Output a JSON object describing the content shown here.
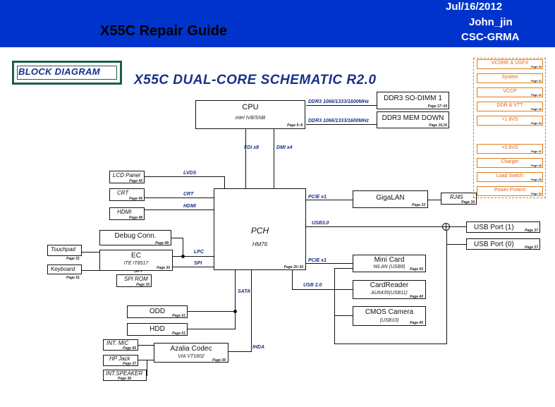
{
  "banner": {
    "title": "X55C Repair Guide",
    "date": "Jul/16/2012",
    "author": "John_jin",
    "org": "CSC-GRMA"
  },
  "badge": "BLOCK DIAGRAM",
  "title": "X55C  DUAL-CORE SCHEMATIC R2.0",
  "cpu": {
    "title": "CPU",
    "sub": "intel IVB/SNB",
    "page": "Page 5~8"
  },
  "pch": {
    "title": "PCH",
    "sub": "HM76",
    "page": "Page 20~30"
  },
  "ddr1": {
    "title": "DDR3 SO-DIMM 1",
    "page": "Page 17~18"
  },
  "ddr2": {
    "title": "DDR3 MEM DOWN",
    "page": "Page 16,16"
  },
  "lcd": {
    "title": "LCD Panel",
    "page": "Page 45"
  },
  "crt": {
    "title": "CRT",
    "page": "Page 46"
  },
  "hdmi": {
    "title": "HDMI",
    "page": "Page 48"
  },
  "debug": {
    "title": "Debug Conn.",
    "page": "Page 48"
  },
  "ec": {
    "title": "EC",
    "sub": "ITE IT8517",
    "page": "Page 30"
  },
  "touchpad": {
    "title": "Touchpad",
    "page": "Page 51"
  },
  "keyboard": {
    "title": "Keyboard",
    "page": "Page 51"
  },
  "spirom": {
    "title": "SPI ROM",
    "page": "Page 35"
  },
  "odd": {
    "title": "ODD",
    "page": "Page 51"
  },
  "hdd": {
    "title": "HDD",
    "page": "Page 51"
  },
  "intmic": {
    "title": "INT. MIC",
    "page": "Page 45"
  },
  "hpjack": {
    "title": "HP Jack",
    "page": "Page 37"
  },
  "intspk": {
    "title": "INT.SPEAKER",
    "page": "Page 38"
  },
  "codec": {
    "title": "Azalia Codec",
    "sub": "VIA VT1802",
    "page": "Page 36"
  },
  "gigalan": {
    "title": "GigaLAN",
    "page": "Page 33"
  },
  "rj45": {
    "title": "RJ45",
    "page": "Page 34"
  },
  "usbport1": {
    "title": "USB Port (1)",
    "page": "Page 37"
  },
  "usbport0": {
    "title": "USB Port (0)",
    "page": "Page 37"
  },
  "minicard": {
    "title": "Mini Card",
    "sub": "WLAN (USB8)",
    "page": "Page 55"
  },
  "cardreader": {
    "title": "CardReader",
    "sub": "AU6435(USB11)",
    "page": "Page 40"
  },
  "camera": {
    "title": "CMOS Camera",
    "sub": "(USB10)",
    "page": "Page 45"
  },
  "buses": {
    "ddr1": "DDR3  1066/1333/1600MHz",
    "ddr2": "DDR3  1066/1333/1600MHz",
    "fdi": "FDI  x8",
    "dmi": "DMI  x4",
    "lvds": "LVDS",
    "crt": "CRT",
    "hdmi": "HDMI",
    "lpc": "LPC",
    "spi1": "SPI",
    "spi2": "SPI",
    "sata": "SATA",
    "ihda": "IHDA",
    "pcie1": "PCIE  x1",
    "pcie2": "PCIE  x1",
    "usb3": "USB3.0",
    "usb2": "USB  2.0"
  },
  "power": [
    {
      "label": "VCORE & VGFX",
      "page": "Page 30"
    },
    {
      "label": "System",
      "page": "Page 31"
    },
    {
      "label": "VCCP",
      "page": "Page 32"
    },
    {
      "label": "DDR & VTT",
      "page": "Page 33"
    },
    {
      "label": "+1.8VS",
      "page": "Page 34"
    },
    {
      "label": "+0.8VS",
      "page": "Page 37"
    },
    {
      "label": "Charger",
      "page": "Page 38"
    },
    {
      "label": "Load Switch",
      "page": "Page 39"
    },
    {
      "label": "Power Protect",
      "page": "Page 33"
    }
  ],
  "colors": {
    "banner": "#0033cc",
    "power": "#e07b1a",
    "bus": "#1a2f8a"
  }
}
